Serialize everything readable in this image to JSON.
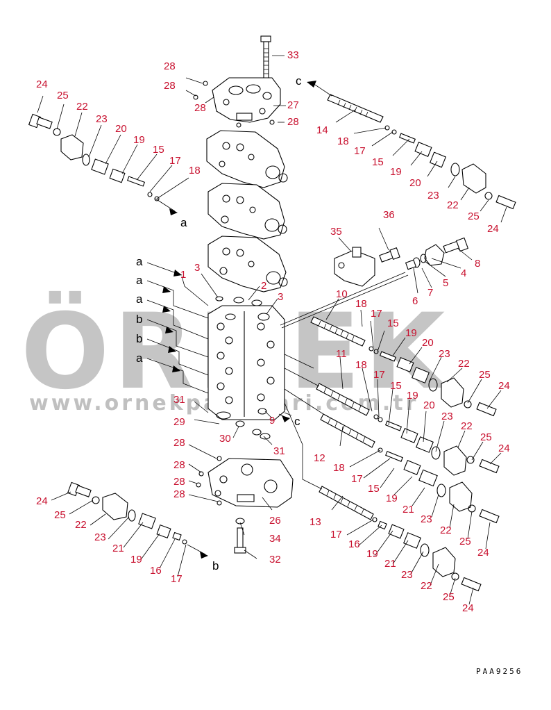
{
  "diagram": {
    "drawing_code": "PAA9256",
    "colors": {
      "label": "#c8102e",
      "line": "#000000",
      "watermark": "#969696"
    },
    "watermark": {
      "logo_text": "ÖRNEK",
      "url_text": "www.ornekparcalari.com.tr"
    },
    "letters": {
      "c_top": "c",
      "c_mid": "c",
      "a_left_top": "a",
      "a1": "a",
      "a2": "a",
      "a3": "a",
      "b1": "b",
      "b2": "b",
      "a4": "a",
      "b_bottom": "b"
    },
    "labels": {
      "l33": "33",
      "l28a": "28",
      "l28b": "28",
      "l28c": "28",
      "l27": "27",
      "l28d": "28",
      "l24tl": "24",
      "l25tl": "25",
      "l22tl": "22",
      "l23tl": "23",
      "l20tl": "20",
      "l19tl": "19",
      "l15tl": "15",
      "l17tl": "17",
      "l18tl": "18",
      "l14": "14",
      "l18tr": "18",
      "l17tr": "17",
      "l15tr": "15",
      "l19tr": "19",
      "l20tr": "20",
      "l23tr": "23",
      "l22tr": "22",
      "l25tr": "25",
      "l24tr": "24",
      "l36": "36",
      "l35": "35",
      "l8": "8",
      "l4": "4",
      "l5": "5",
      "l6": "6",
      "l7": "7",
      "l1": "1",
      "l3a": "3",
      "l2": "2",
      "l3b": "3",
      "l10": "10",
      "l18m1": "18",
      "l17m1": "17",
      "l15m1": "15",
      "l19m1": "19",
      "l20m1": "20",
      "l23m1": "23",
      "l22m1": "22",
      "l25m1": "25",
      "l24m1": "24",
      "l11": "11",
      "l18m2": "18",
      "l17m2": "17",
      "l15m2": "15",
      "l19m2": "19",
      "l20m2": "20",
      "l23m2": "23",
      "l22m2": "22",
      "l25m2": "25",
      "l24m2": "24",
      "l31a": "31",
      "l29": "29",
      "l9": "9",
      "l30": "30",
      "l31b": "31",
      "l12": "12",
      "l18m3": "18",
      "l17m3": "17",
      "l15m3": "15",
      "l19m3": "19",
      "l21m3": "21",
      "l23m3": "23",
      "l22m3": "22",
      "l25m3": "25",
      "l24m3": "24",
      "l28e": "28",
      "l28f": "28",
      "l28g": "28",
      "l28h": "28",
      "l26": "26",
      "l24bl": "24",
      "l25bl": "25",
      "l22bl": "22",
      "l23bl": "23",
      "l21bl": "21",
      "l19bl": "19",
      "l16bl": "16",
      "l17bl": "17",
      "l34": "34",
      "l32": "32",
      "l13": "13",
      "l17b": "17",
      "l16b": "16",
      "l19b": "19",
      "l21b": "21",
      "l23b": "23",
      "l22b": "22",
      "l25b": "25",
      "l24b": "24"
    }
  }
}
